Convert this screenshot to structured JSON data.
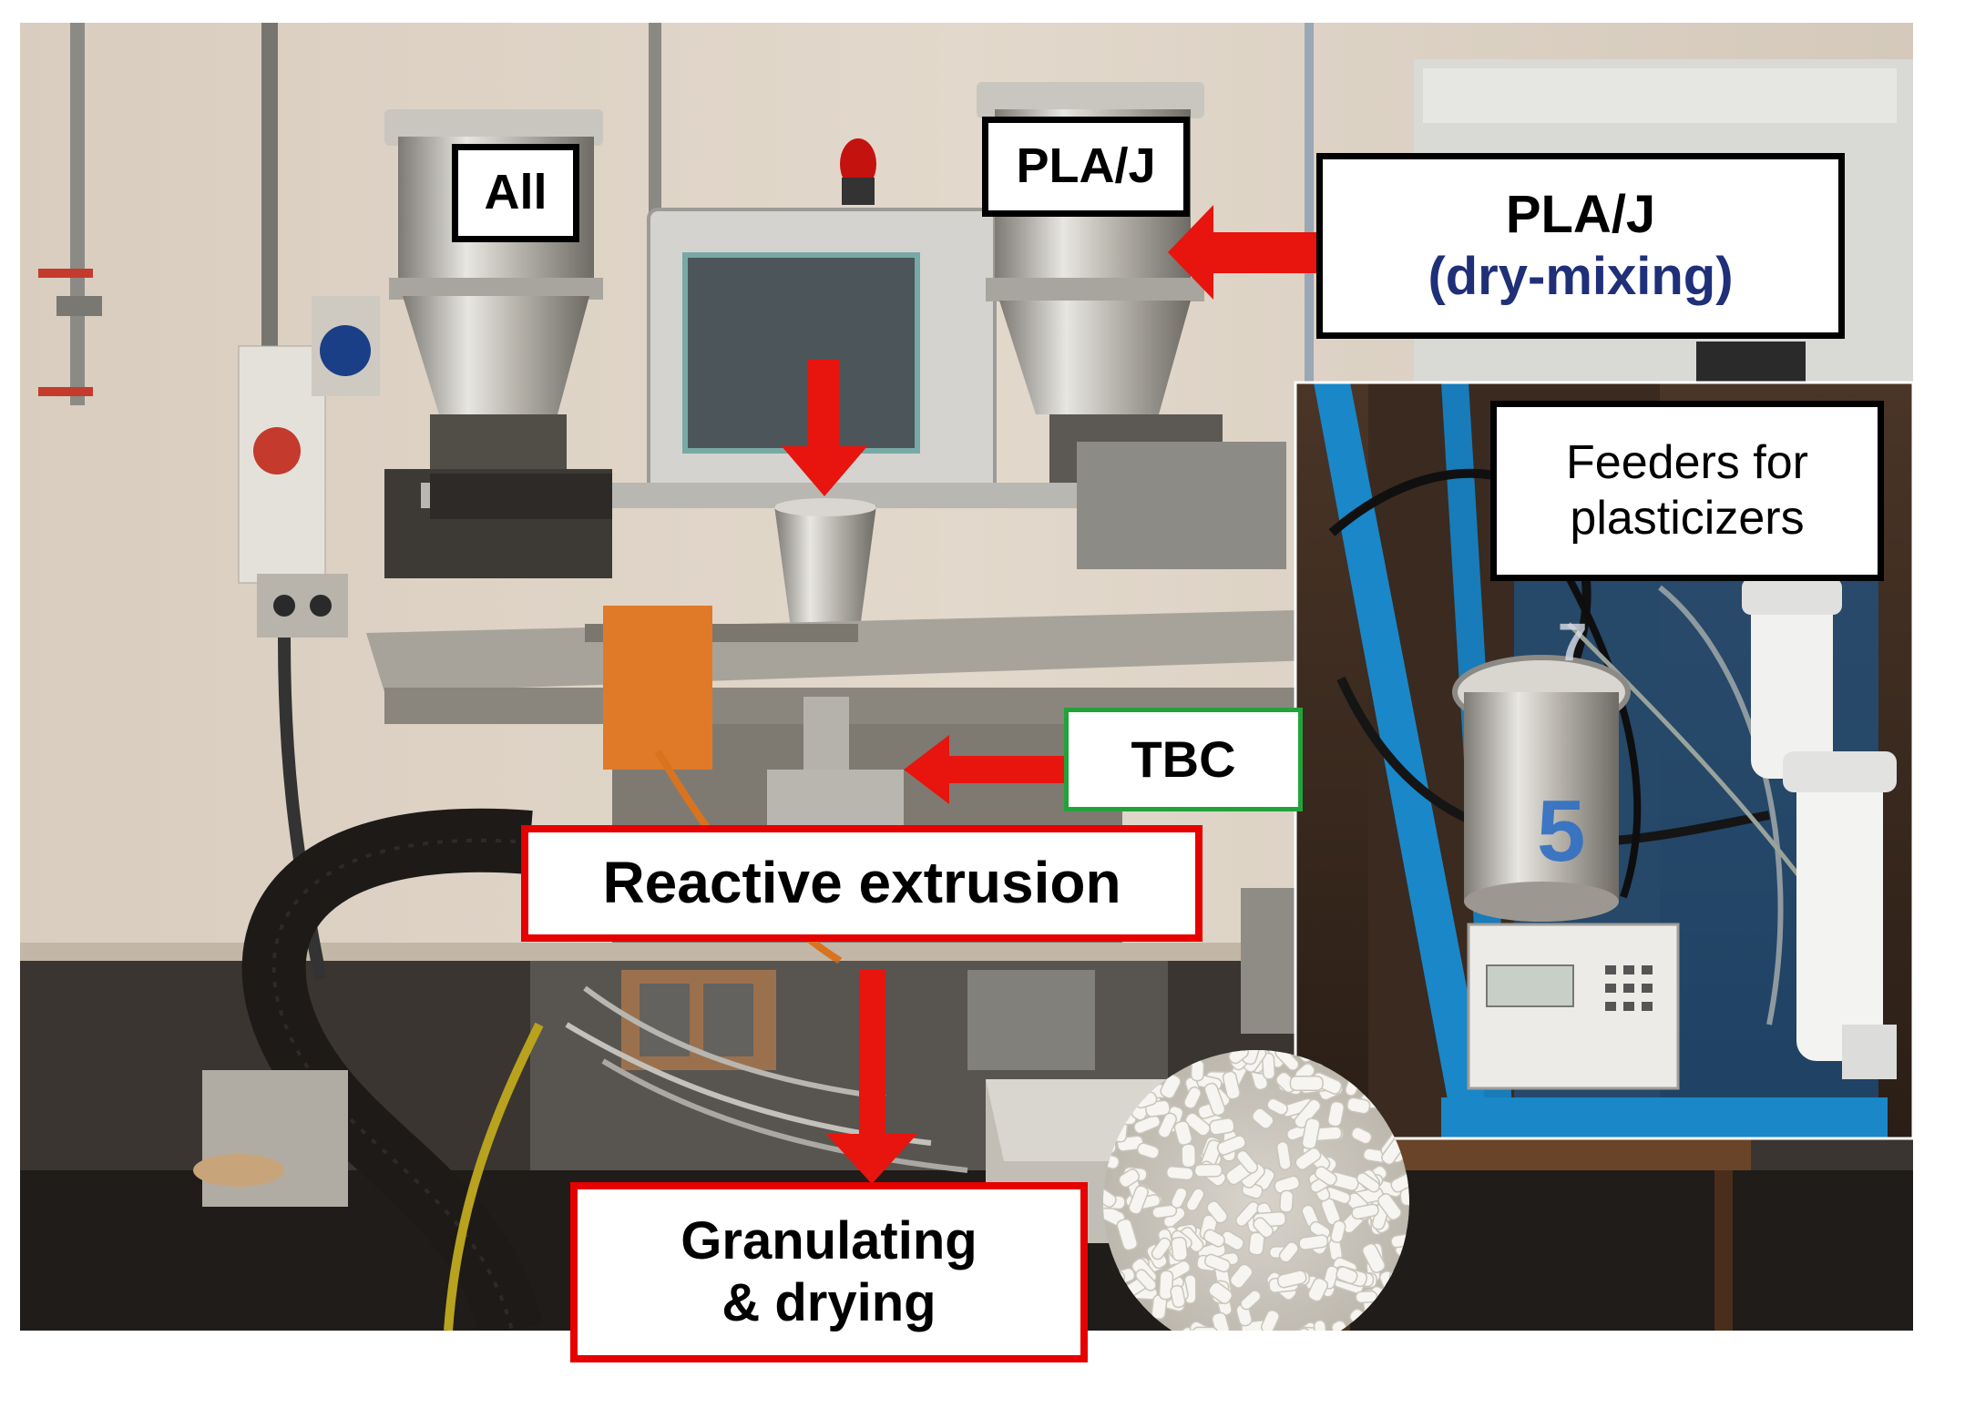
{
  "labels": {
    "all": "All",
    "pla_j_hopper": "PLA/J",
    "pla_j_box_title": "PLA/J",
    "pla_j_box_sub": "(dry-mixing)",
    "feeders_line1": "Feeders for",
    "feeders_line2": "plasticizers",
    "tbc": "TBC",
    "reactive": "Reactive extrusion",
    "granulating_line1": "Granulating",
    "granulating_line2": "& drying"
  },
  "feeder_numbers": [
    "7",
    "5"
  ],
  "colors": {
    "arrow": "#e8140e",
    "label_red_border": "#e60000",
    "label_green_border": "#22a33a",
    "label_black_border": "#000000",
    "dry_mixing_text": "#1f2f78",
    "frame_blue": "#1a87c8"
  }
}
